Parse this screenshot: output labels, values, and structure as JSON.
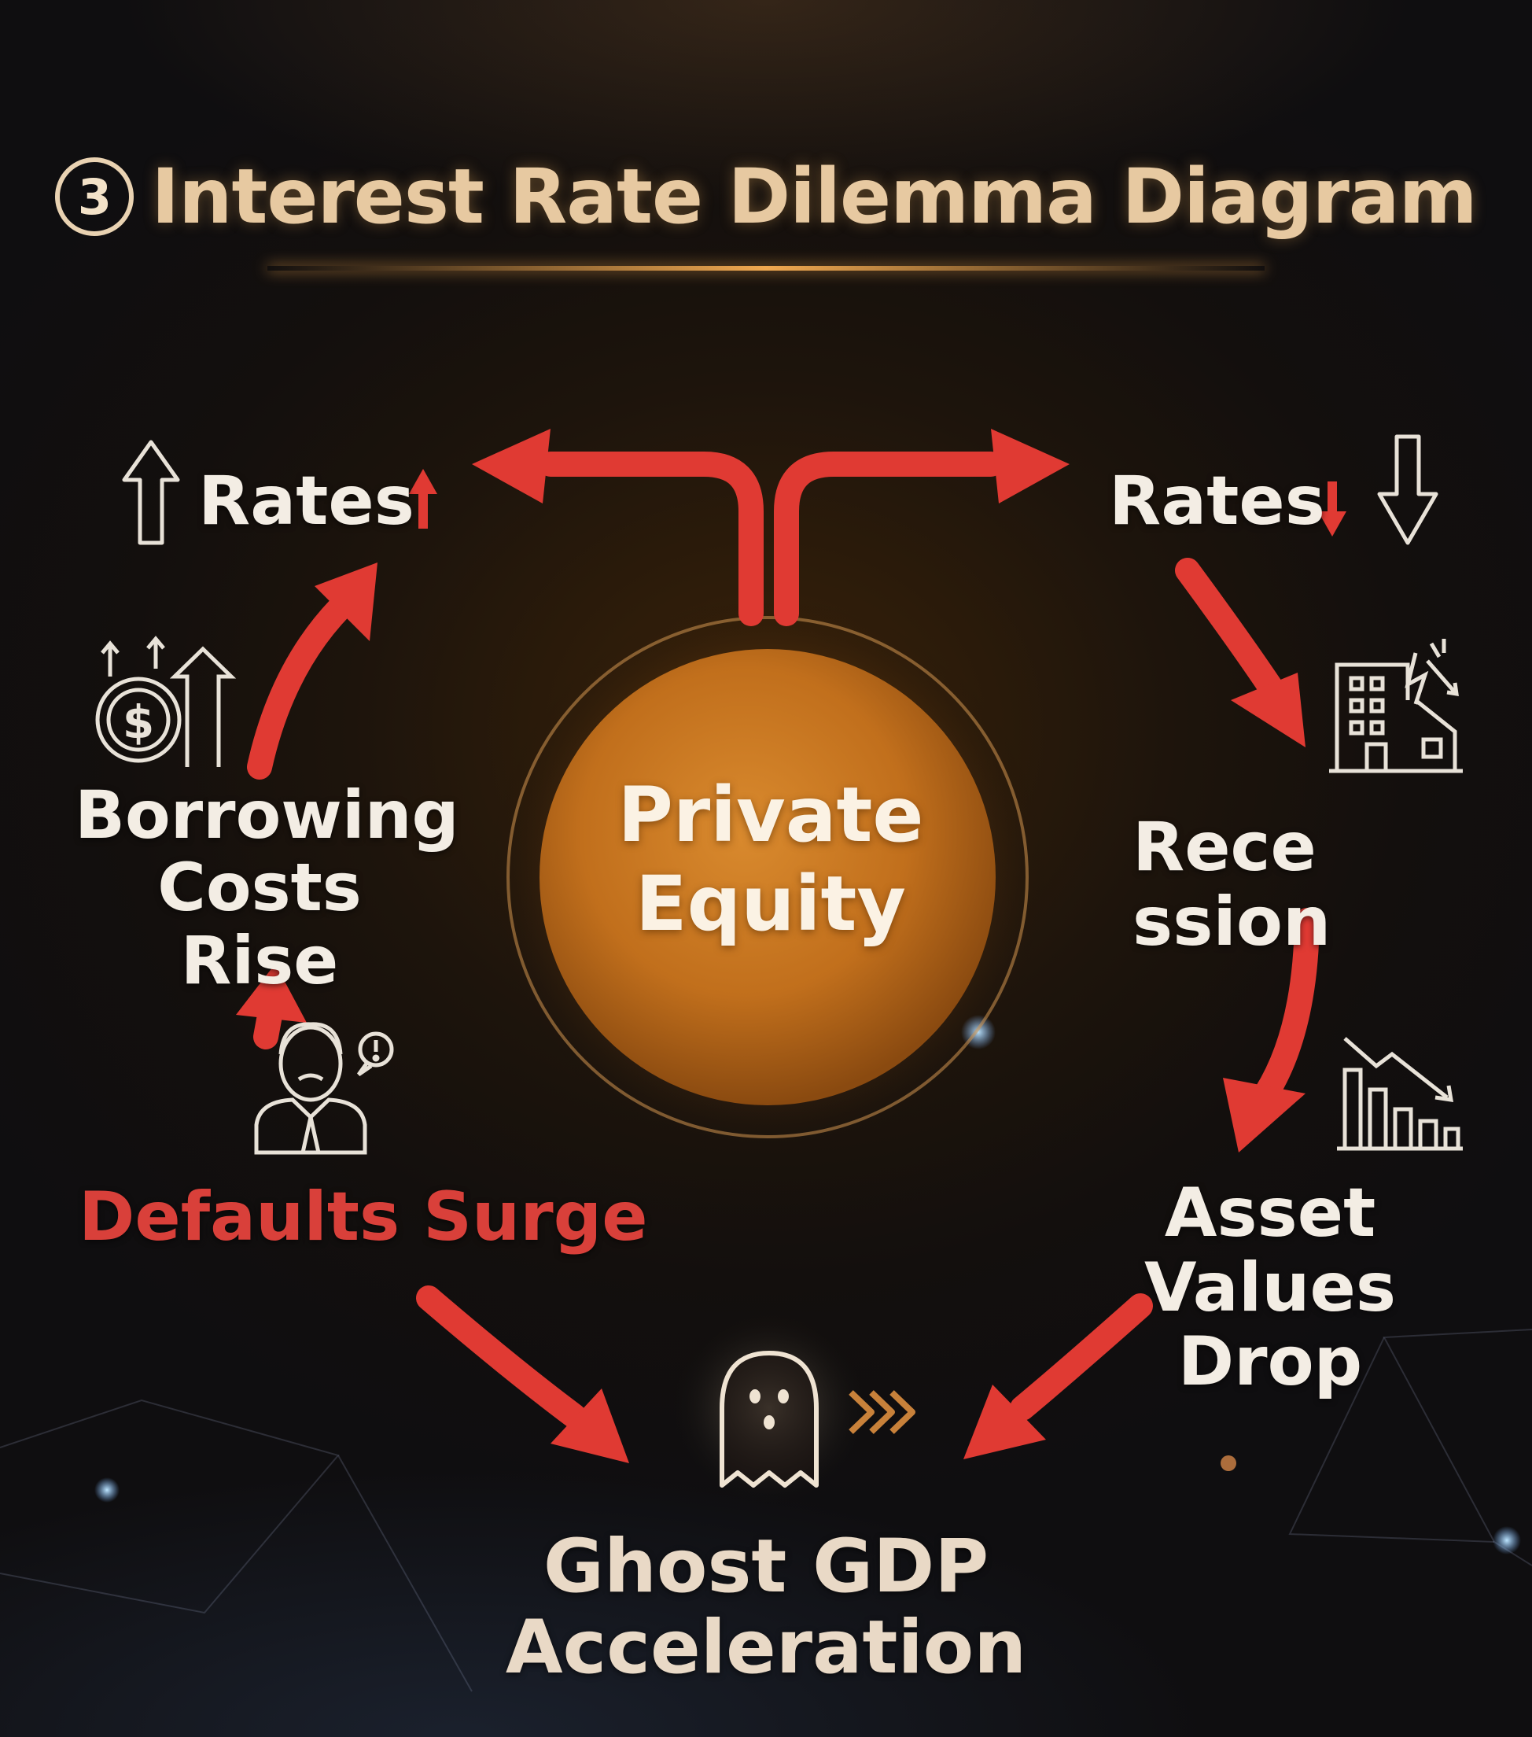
{
  "title": {
    "step_number": "3",
    "text": "Interest Rate Dilemma Diagram"
  },
  "center": {
    "line1": "Private",
    "line2": "Equity"
  },
  "nodes": {
    "rates_up": "Rates",
    "rates_down": "Rates",
    "borrowing_line1": "Borrowing",
    "borrowing_line2": "Costs Rise",
    "recession": "Rece ssion",
    "defaults": "Defaults Surge",
    "asset_line1": "Asset Values",
    "asset_line2": "Drop",
    "ghost": "Ghost GDP Acceleration"
  },
  "colors": {
    "arrow_red": "#e03a33",
    "defaults_red": "#d9403a",
    "center_orange": "#c9771f",
    "title_gold": "#e7c9a1"
  },
  "icons": [
    "up-arrow-icon",
    "down-arrow-icon",
    "money-up-icon",
    "damaged-building-icon",
    "worried-person-icon",
    "falling-chart-icon",
    "ghost-icon",
    "chevrons-icon"
  ]
}
